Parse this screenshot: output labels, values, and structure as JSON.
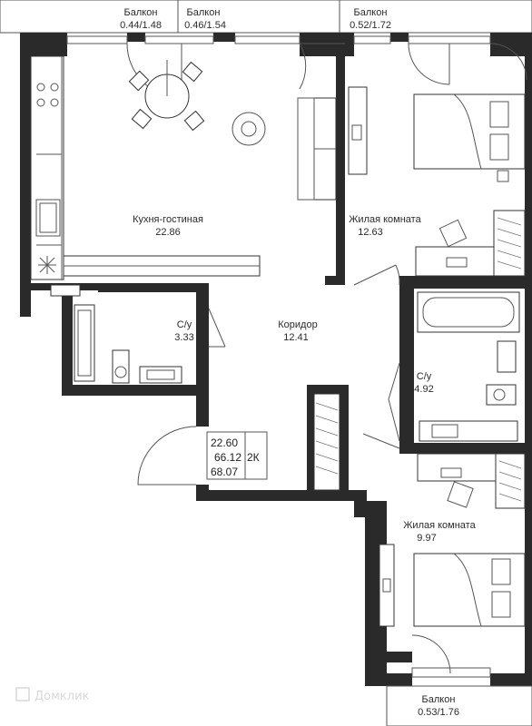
{
  "balconies": [
    {
      "label": "Балкон",
      "area": "0.44/1.48"
    },
    {
      "label": "Балкон",
      "area": "0.46/1.54"
    },
    {
      "label": "Балкон",
      "area": "0.52/1.72"
    },
    {
      "label": "Балкон",
      "area": "0.53/1.76"
    }
  ],
  "rooms": {
    "kitchen": {
      "name": "Кухня-гостиная",
      "area": "22.86"
    },
    "bedroom1": {
      "name": "Жилая комната",
      "area": "12.63"
    },
    "bath1": {
      "name": "С/у",
      "area": "3.33"
    },
    "corridor": {
      "name": "Коридор",
      "area": "12.41"
    },
    "bath2": {
      "name": "С/у",
      "area": "4.92"
    },
    "bedroom2": {
      "name": "Жилая комната",
      "area": "9.97"
    }
  },
  "summary": {
    "living_area": "22.60",
    "total_area": "66.12",
    "total_with_balcony": "68.07",
    "rooms_type": "2К"
  },
  "watermark": "Домклик",
  "colors": {
    "wall": "#2a2a2a",
    "line": "#555555"
  }
}
